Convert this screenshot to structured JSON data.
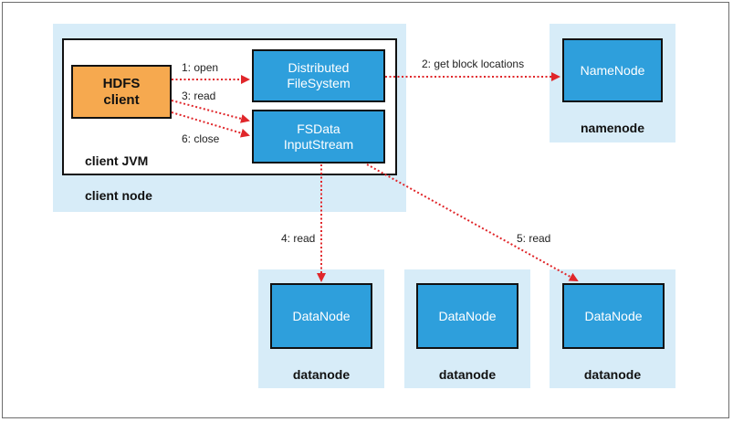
{
  "client_node": {
    "label": "client node",
    "jvm_label": "client JVM",
    "hdfs_client": "HDFS\nclient",
    "dfs": "Distributed\nFileSystem",
    "fsdis": "FSData\nInputStream"
  },
  "namenode": {
    "box": "NameNode",
    "label": "namenode"
  },
  "datanodes": [
    {
      "box": "DataNode",
      "label": "datanode"
    },
    {
      "box": "DataNode",
      "label": "datanode"
    },
    {
      "box": "DataNode",
      "label": "datanode"
    }
  ],
  "edges": {
    "open": "1: open",
    "get_block_locations": "2: get block locations",
    "read3": "3: read",
    "read4": "4: read",
    "read5": "5: read",
    "close": "6: close"
  },
  "colors": {
    "panel": "#d7ecf8",
    "box_blue": "#2e9fdc",
    "hdfs_orange": "#f6a94f",
    "arrow_red": "#e0262a"
  }
}
